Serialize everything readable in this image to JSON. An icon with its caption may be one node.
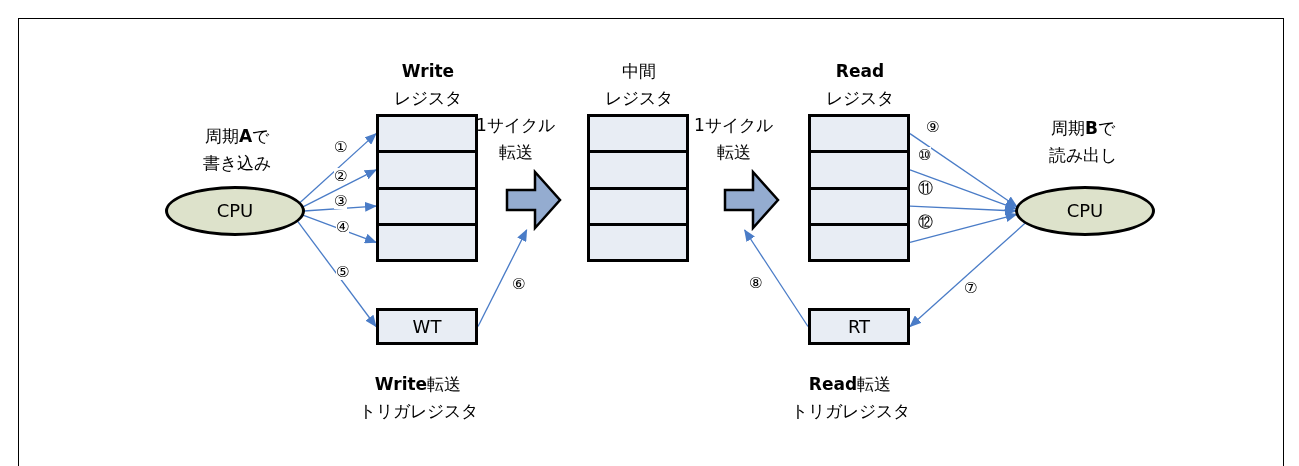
{
  "diagram": {
    "nodes": [
      {
        "text": [
          "周期**A**で書き込み",
          "CPU"
        ]
      },
      {
        "text": [
          "**Write** レジスタ"
        ]
      },
      {
        "text": [],
        "shape": "box",
        "in": 1
      },
      {
        "text": [],
        "shape": "box",
        "in": 1
      },
      {
        "text": [],
        "shape": "box",
        "in": 1
      },
      {
        "text": [],
        "shape": "box",
        "in": 1
      },
      {
        "text": [
          "WT",
          "**Write**転送トリガレジスタ"
        ]
      },
      {
        "text": [
          "1サイクル転送"
        ]
      },
      {
        "text": [
          "中間レジスタ"
        ]
      },
      {
        "text": [],
        "shape": "box",
        "in": 8
      },
      {
        "text": [],
        "shape": "box",
        "in": 8
      },
      {
        "text": [],
        "shape": "box",
        "in": 8
      },
      {
        "text": [],
        "shape": "box",
        "in": 8
      },
      {
        "text": [
          "1サイクル転送"
        ]
      },
      {
        "text": [
          "**Read** レジスタ"
        ]
      },
      {
        "text": [],
        "shape": "box",
        "in": 14
      },
      {
        "text": [],
        "shape": "box",
        "in": 14
      },
      {
        "text": [],
        "shape": "box",
        "in": 14
      },
      {
        "text": [],
        "shape": "box",
        "in": 14
      },
      {
        "text": [
          "RT",
          "**Read**転送トリガレジスタ"
        ]
      },
      {
        "text": [
          "周期**B**で読み出し",
          "CPU"
        ]
      }
    ],
    "edges": [
      {
        "from": 0,
        "to": 2,
        "arrow": "to",
        "label": "①"
      },
      {
        "from": 0,
        "to": 3,
        "arrow": "to",
        "label": "②"
      },
      {
        "from": 0,
        "to": 4,
        "arrow": "to",
        "label": "③"
      },
      {
        "from": 0,
        "to": 5,
        "arrow": "to",
        "label": "④"
      },
      {
        "from": 0,
        "to": 6,
        "arrow": "to",
        "label": "⑤"
      },
      {
        "from": 6,
        "to": 7,
        "arrow": "to",
        "label": "⑥"
      },
      {
        "from": 20,
        "to": 19,
        "arrow": "to",
        "label": "⑦"
      },
      {
        "from": 19,
        "to": 13,
        "arrow": "to",
        "label": "⑧"
      },
      {
        "from": 15,
        "to": 20,
        "arrow": "to",
        "label": "⑨"
      },
      {
        "from": 16,
        "to": 20,
        "arrow": "to",
        "label": "⑩"
      },
      {
        "from": 17,
        "to": 20,
        "arrow": "to",
        "label": "⑪"
      },
      {
        "from": 18,
        "to": 20,
        "arrow": "to",
        "label": "⑫"
      }
    ]
  }
}
